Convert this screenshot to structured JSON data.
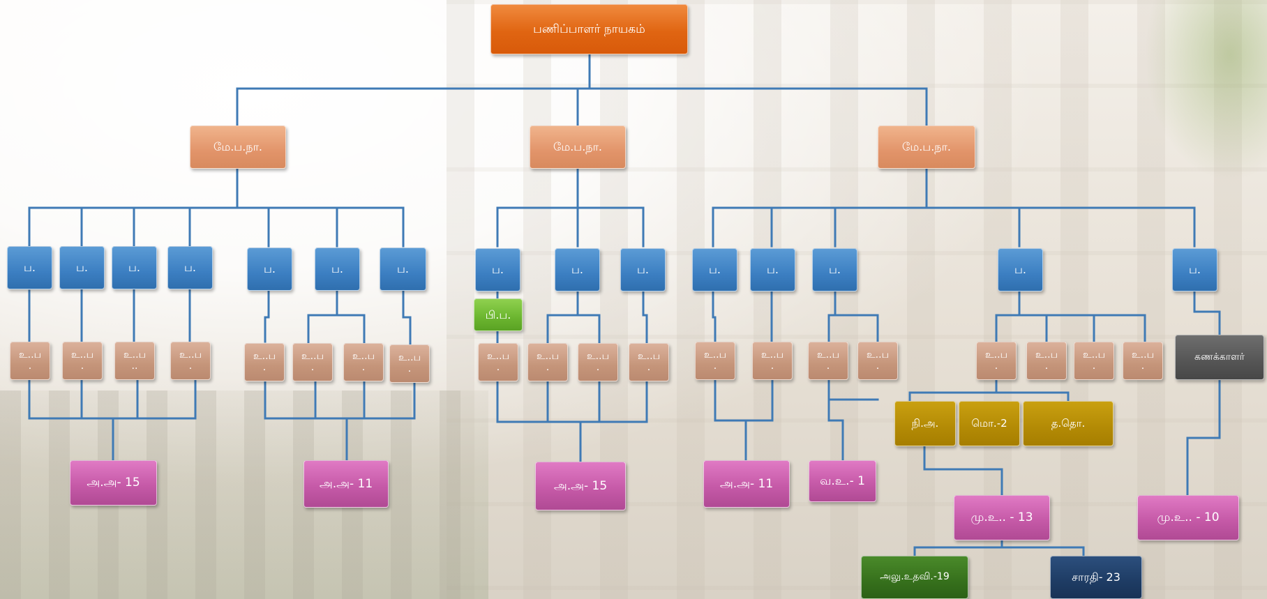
{
  "head": "பணிப்பாளர் நாயகம்",
  "deputy": "மே.ப.நா.",
  "p_label": "ப.",
  "up_label": "உ..ப\n.",
  "up_label_b": "உ..ப\n..",
  "pipa": "பி.ப.",
  "accountant": "கணக்காளர்",
  "nia": "நி.அ.",
  "mo2": "மொ.-2",
  "tatho": "த.தொ.",
  "aa15_a": "அ.அ-  15",
  "aa11_a": "அ.அ-  11",
  "aa15_b": "அ.அ-  15",
  "aa11_b": "அ.அ-  11",
  "vau1": "வ.உ.-  1",
  "muu13": "மு.உ..  - 13",
  "muu10": "மு.உ..  -  10",
  "aluvu19": "அலு.உதவி.-19",
  "sarathi23": "சாரதி-  23"
}
